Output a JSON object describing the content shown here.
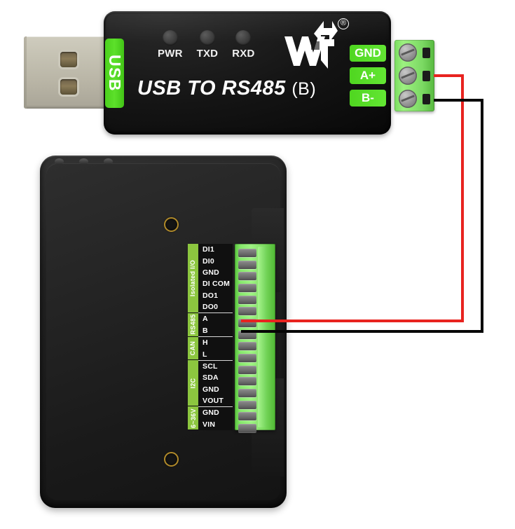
{
  "scene": {
    "title": "USB TO RS485 (B) adapter wired to expansion board RS485 A/B terminals"
  },
  "adapter": {
    "usb_tab_label": "USB",
    "board_title": "USB TO RS485",
    "board_title_suffix": "(B)",
    "brand_mark": "®",
    "logo_name": "waveshare-logo",
    "leds": [
      {
        "label": "PWR",
        "color": "#3a3a3a"
      },
      {
        "label": "TXD",
        "color": "#3a3a3a"
      },
      {
        "label": "RXD",
        "color": "#3a3a3a"
      }
    ],
    "terminal_labels": [
      {
        "label": "GND"
      },
      {
        "label": "A+"
      },
      {
        "label": "B-"
      }
    ],
    "terminal_screw_count": 3,
    "colors": {
      "body": "#141414",
      "accent_green": "#4fd620",
      "terminal_green": "#7bd963",
      "text": "#ffffff"
    }
  },
  "expansion_board": {
    "mounting_holes": 2,
    "terminal_slot_count": 16,
    "colors": {
      "body": "#222222",
      "silk_green": "#8cc63f",
      "terminal_green": "#9ef283"
    },
    "pin_groups": [
      {
        "name": "Isolated I/O",
        "pins": [
          "DI1",
          "DI0",
          "GND",
          "DI COM",
          "DO1",
          "DO0"
        ]
      },
      {
        "name": "RS485",
        "pins": [
          "A",
          "B"
        ]
      },
      {
        "name": "CAN",
        "pins": [
          "H",
          "L"
        ]
      },
      {
        "name": "I2C",
        "pins": [
          "SCL",
          "SDA",
          "GND",
          "VOUT"
        ]
      },
      {
        "name": "6~36V",
        "pins": [
          "GND",
          "VIN"
        ]
      }
    ]
  },
  "wires": [
    {
      "name": "wire-a-plus-to-a",
      "color": "#e8231f",
      "from": "A+",
      "to": "A"
    },
    {
      "name": "wire-b-minus-to-b",
      "color": "#050505",
      "from": "B-",
      "to": "B"
    }
  ]
}
